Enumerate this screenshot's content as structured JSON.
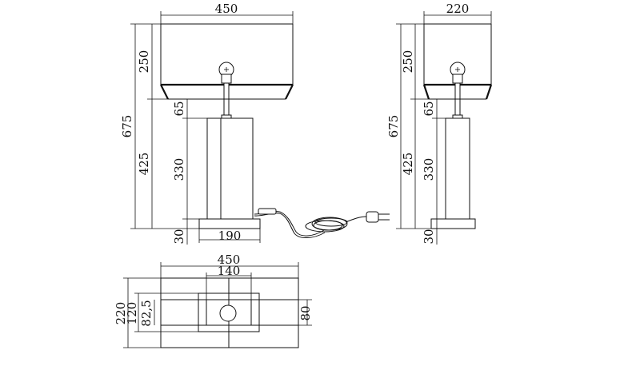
{
  "front_view": {
    "shade_width": "450",
    "shade_height": "250",
    "total_height": "675",
    "base_to_shade": "425",
    "neck": "65",
    "body_height": "330",
    "plinth_height": "30",
    "plinth_width": "190"
  },
  "side_view": {
    "shade_width": "220",
    "shade_height": "250",
    "total_height": "675",
    "base_to_shade": "425",
    "neck": "65",
    "body_height": "330",
    "plinth_height": "30"
  },
  "top_view": {
    "overall_width": "450",
    "body_width": "140",
    "overall_depth": "220",
    "body_depth": "120",
    "plinth_offset": "82,5",
    "body_inner": "80"
  }
}
